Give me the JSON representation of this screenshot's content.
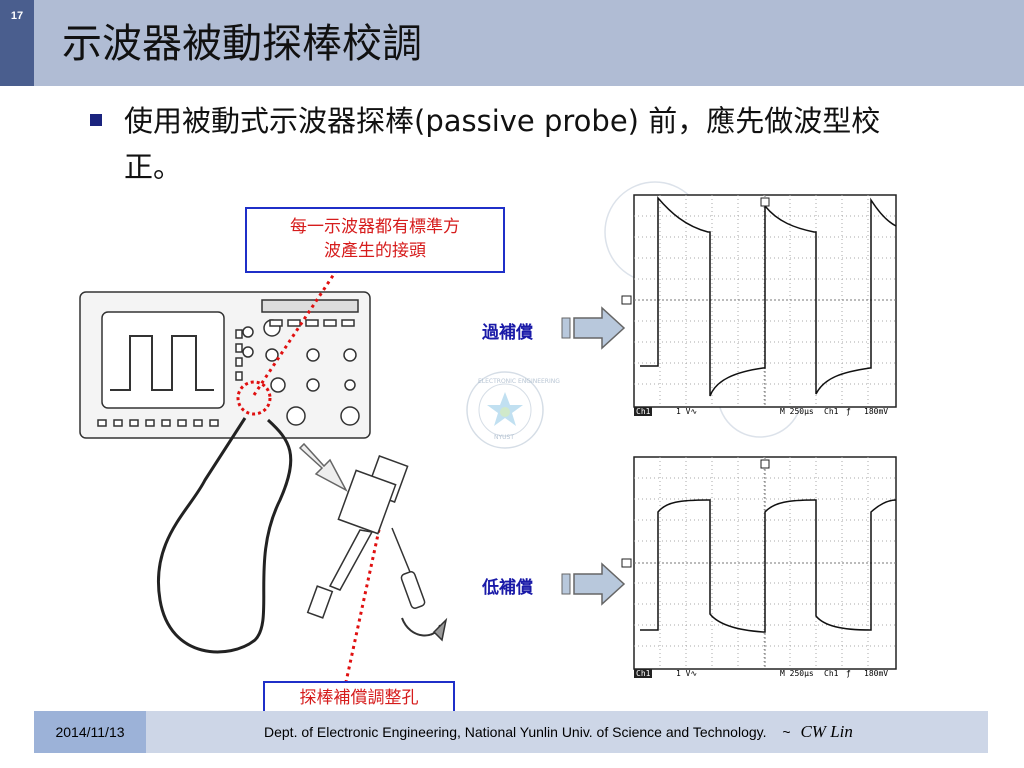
{
  "slide": {
    "number": "17",
    "title": "示波器被動探棒校調",
    "bullet": "使用被動式示波器探棒(passive probe) 前，應先做波型校正。"
  },
  "callouts": {
    "top_line1": "每一示波器都有標準方",
    "top_line2": "波產生的接頭",
    "bottom": "探棒補償調整孔"
  },
  "labels": {
    "over": "過補償",
    "under": "低補償"
  },
  "scope_top": {
    "ch": "Ch1",
    "volts": "1 V∿",
    "time": "M 250µs",
    "trig_ch": "Ch1",
    "trig_sym": "ƒ",
    "trig_level": "180mV"
  },
  "scope_bottom": {
    "ch": "Ch1",
    "volts": "1 V∿",
    "time": "M 250µs",
    "trig_ch": "Ch1",
    "trig_sym": "ƒ",
    "trig_level": "180mV"
  },
  "watermark": {
    "top_text": "ELECTRONIC ENGINEERING",
    "bottom_text": "NYUST"
  },
  "footer": {
    "date": "2014/11/13",
    "dept": "Dept. of Electronic Engineering, National Yunlin Univ. of Science and Technology.",
    "tilde": "~",
    "author": "CW Lin"
  },
  "colors": {
    "header": "#b0bcd4",
    "number_box": "#4a5e8e",
    "bullet": "#1a237e",
    "callout_border": "#1f2fc8",
    "callout_text": "#d61c1c",
    "label_text": "#1a1aa8",
    "footer_date": "#9cb2d8",
    "footer_bar": "#cdd6e7"
  }
}
